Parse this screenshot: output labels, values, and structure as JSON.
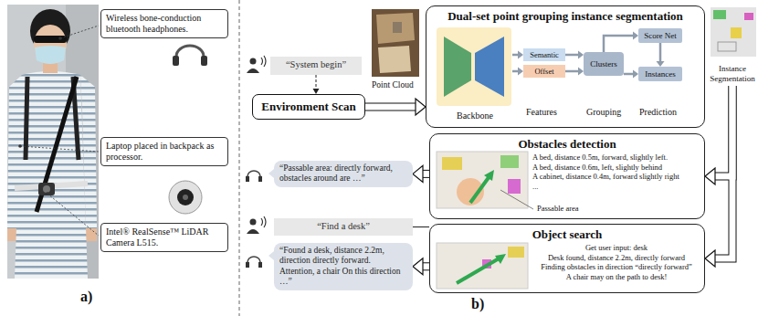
{
  "diagram": {
    "nodes": [
      {
        "text": [
          "Wireless bone-conduction bluetooth headphones."
        ]
      },
      {
        "text": [
          "Laptop placed in backpack as processor."
        ]
      },
      {
        "text": [
          "Intel® RealSense™ LiDAR Camera L515."
        ]
      },
      {
        "text": [
          "“System begin”"
        ]
      },
      {
        "text": [
          "Environment Scan"
        ]
      },
      {
        "text": [
          "Dual-set point grouping instance segmentation"
        ]
      },
      {
        "text": [
          "Backbone"
        ],
        "in": 5
      },
      {
        "text": [
          "Semantic"
        ],
        "in": 5
      },
      {
        "text": [
          "Offset"
        ],
        "in": 5
      },
      {
        "text": [
          "Clusters"
        ],
        "in": 5
      },
      {
        "text": [
          "Score Net"
        ],
        "in": 5
      },
      {
        "text": [
          "Instances"
        ],
        "in": 5
      },
      {
        "text": [
          "Instance Segmentation"
        ]
      },
      {
        "text": [
          "Obstacles detection",
          "A bed, distance 0.5m, forward, slightly left.",
          "A bed, distance 0.6m, left, slightly behind",
          "A cabinet, distance 0.4m, forward slightly right",
          "..."
        ]
      },
      {
        "text": [
          "“Passable area: directly forward, obstacles around are …”"
        ]
      },
      {
        "text": [
          "“Find a desk”"
        ]
      },
      {
        "text": [
          "Object search",
          "Get user input: desk",
          "Desk found, distance 2.2m, directly forward",
          "Finding obstacles in direction “directly forward”",
          "A chair may on the path to desk!"
        ]
      },
      {
        "text": [
          "“Found a desk, distance 2.2m, direction directly forward. Attention, a chair On this direction …”"
        ]
      }
    ],
    "edges": [
      {
        "from": 3,
        "to": 4,
        "arrow": "to"
      },
      {
        "from": 4,
        "to": 5,
        "arrow": "to"
      },
      {
        "from": 6,
        "to": 7,
        "arrow": "to"
      },
      {
        "from": 6,
        "to": 8,
        "arrow": "to"
      },
      {
        "from": 7,
        "to": 9,
        "arrow": "to"
      },
      {
        "from": 8,
        "to": 9,
        "arrow": "to"
      },
      {
        "from": 9,
        "to": 10,
        "arrow": "to"
      },
      {
        "from": 9,
        "to": 11,
        "arrow": "to"
      },
      {
        "from": 10,
        "to": 11,
        "arrow": "to"
      },
      {
        "from": 12,
        "to": 13,
        "arrow": "to"
      },
      {
        "from": 12,
        "to": 16,
        "arrow": "to"
      },
      {
        "from": 13,
        "to": 14,
        "arrow": "to"
      },
      {
        "from": 15,
        "to": 16,
        "arrow": "none"
      },
      {
        "from": 16,
        "to": 17,
        "arrow": "to"
      }
    ],
    "labels": [
      "Point Cloud",
      "Features",
      "Grouping",
      "Prediction",
      "Passable area",
      "a)",
      "b)"
    ]
  }
}
